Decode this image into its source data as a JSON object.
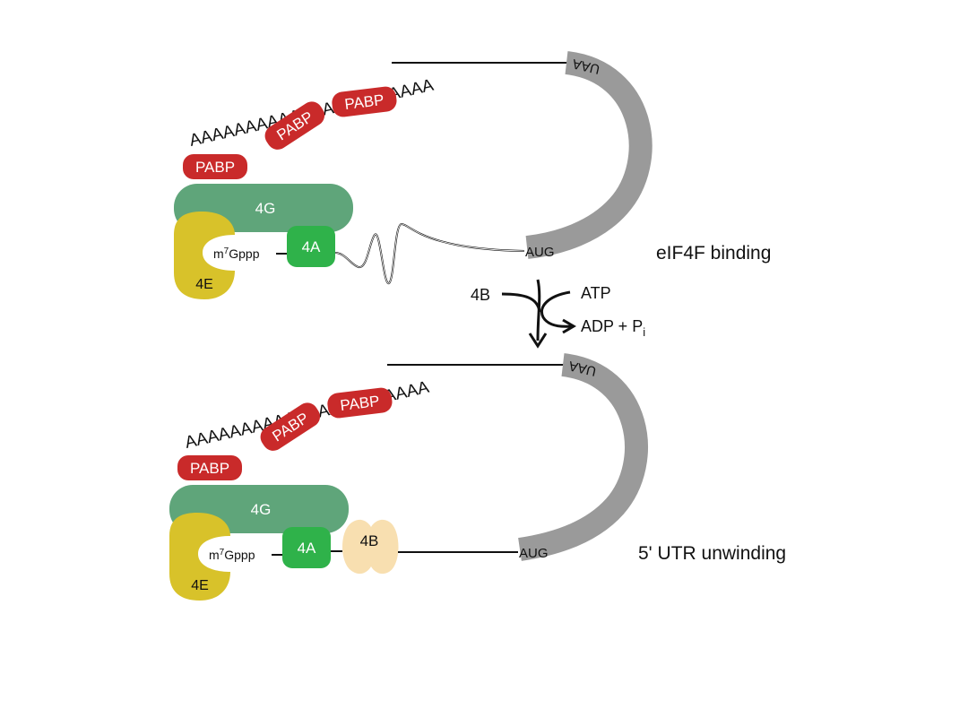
{
  "colors": {
    "pabp": "#c92a2a",
    "eif4g": "#5fa57a",
    "eif4e": "#d8c22a",
    "eif4a": "#2fb24a",
    "eif4b": "#f8dfb0",
    "mrna_tail": "#9a9a9a",
    "line": "#111111"
  },
  "panels": [
    {
      "poly_a": "AAAAAAAAAAAAAAAAAAAAAA",
      "pabp_labels": [
        "PABP",
        "PABP",
        "PABP"
      ],
      "eif4g_label": "4G",
      "eif4e_label": "4E",
      "eif4a_label": "4A",
      "cap_label_prefix": "m",
      "cap_label_sup": "7",
      "cap_label_suffix": "Gppp",
      "start_codon": "AUG",
      "stop_codon": "UAA",
      "caption": "eIF4F binding"
    },
    {
      "poly_a": "AAAAAAAAAAAAAAAAAAAAAA",
      "pabp_labels": [
        "PABP",
        "PABP",
        "PABP"
      ],
      "eif4g_label": "4G",
      "eif4e_label": "4E",
      "eif4a_label": "4A",
      "eif4b_label": "4B",
      "cap_label_prefix": "m",
      "cap_label_sup": "7",
      "cap_label_suffix": "Gppp",
      "start_codon": "AUG",
      "stop_codon": "UAA",
      "caption": "5' UTR unwinding"
    }
  ],
  "reaction": {
    "input_factor": "4B",
    "input_energy": "ATP",
    "output_main": "ADP + P",
    "output_sub": "i"
  }
}
